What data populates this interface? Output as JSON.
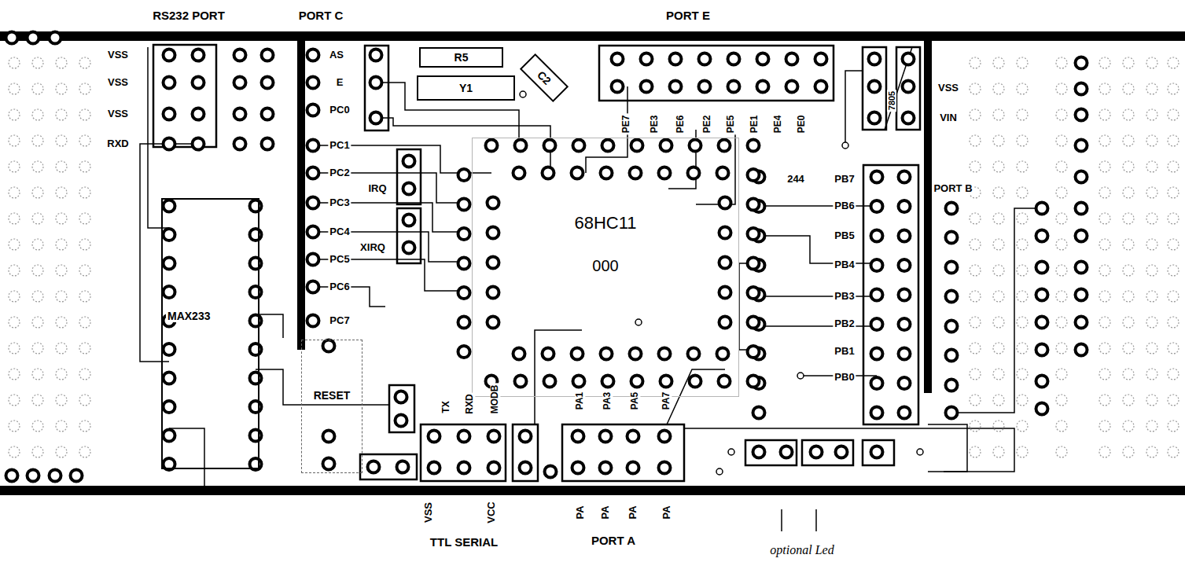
{
  "diagram": {
    "nodes": [
      {
        "text": [
          "68HC11",
          "000"
        ]
      },
      {
        "text": [
          "MAX233"
        ]
      },
      {
        "text": [
          "R5"
        ]
      },
      {
        "text": [
          "Y1"
        ]
      },
      {
        "text": [
          "C2"
        ]
      },
      {
        "text": [
          "RESET"
        ]
      }
    ],
    "labels": [
      "RS232 PORT",
      "PORT C",
      "PORT E",
      "VSS",
      "VSS",
      "VSS",
      "RXD",
      "AS",
      "E",
      "PC0",
      "PC1",
      "PC2",
      "PC3",
      "PC4",
      "PC5",
      "PC6",
      "PC7",
      "IRQ",
      "XIRQ",
      "PE7",
      "PE3",
      "PE6",
      "PE2",
      "PE5",
      "PE1",
      "PE4",
      "PE0",
      "7805",
      "VSS",
      "VIN",
      "244",
      "PORT B",
      "PB7",
      "PB6",
      "PB5",
      "PB4",
      "PB3",
      "PB2",
      "PB1",
      "PB0",
      "TX",
      "RXD",
      "MODB",
      "VSS",
      "VCC",
      "TTL SERIAL",
      "PA1",
      "PA3",
      "PA5",
      "PA7",
      "PA",
      "PA",
      "PA",
      "PA",
      "PORT A",
      "optional Led"
    ]
  }
}
